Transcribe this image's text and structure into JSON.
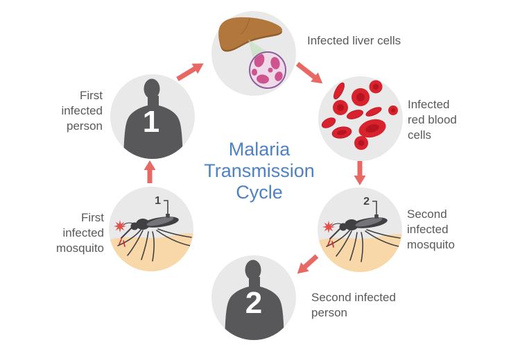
{
  "title": "Malaria\nTransmission\nCycle",
  "nodes": {
    "liver": {
      "label": "Infected liver cells"
    },
    "rbc": {
      "label": "Infected\nred blood\ncells"
    },
    "mosquito2": {
      "label": "Second\ninfected\nmosquito",
      "number": "2"
    },
    "person2": {
      "label": "Second infected\nperson",
      "number": "2"
    },
    "mosquito1": {
      "label": "First\ninfected\nmosquito",
      "number": "1"
    },
    "person1": {
      "label": "First\ninfected\nperson",
      "number": "1"
    }
  },
  "arrows": [
    {
      "from": "first-infected-mosquito",
      "to": "first-infected-person"
    },
    {
      "from": "first-infected-person",
      "to": "infected-liver-cells"
    },
    {
      "from": "infected-liver-cells",
      "to": "infected-red-blood-cells"
    },
    {
      "from": "infected-red-blood-cells",
      "to": "second-infected-mosquito"
    },
    {
      "from": "second-infected-mosquito",
      "to": "second-infected-person"
    }
  ],
  "colors": {
    "background": "#ffffff",
    "node_bg": "#e9e9e9",
    "person": "#58585a",
    "number_text": "#ffffff",
    "label_text": "#58595b",
    "title_blue": "#4d82c4",
    "arrow": "#e86964",
    "mosquito": "#404043",
    "mosquito_wing": "#7a7a7e",
    "skin": "#f8d7a8",
    "bite_star": "#e05149",
    "blood_red": "#d8232f",
    "blood_red_shade": "#b2121f",
    "liver": "#b1773c",
    "liver_shade": "#8f5c2c",
    "cell_bg": "#eedae9",
    "cell_outline": "#8f5d99",
    "cell_blob": "#ce5490",
    "magnify_green": "#bfdfba",
    "tag": "#47474a"
  }
}
